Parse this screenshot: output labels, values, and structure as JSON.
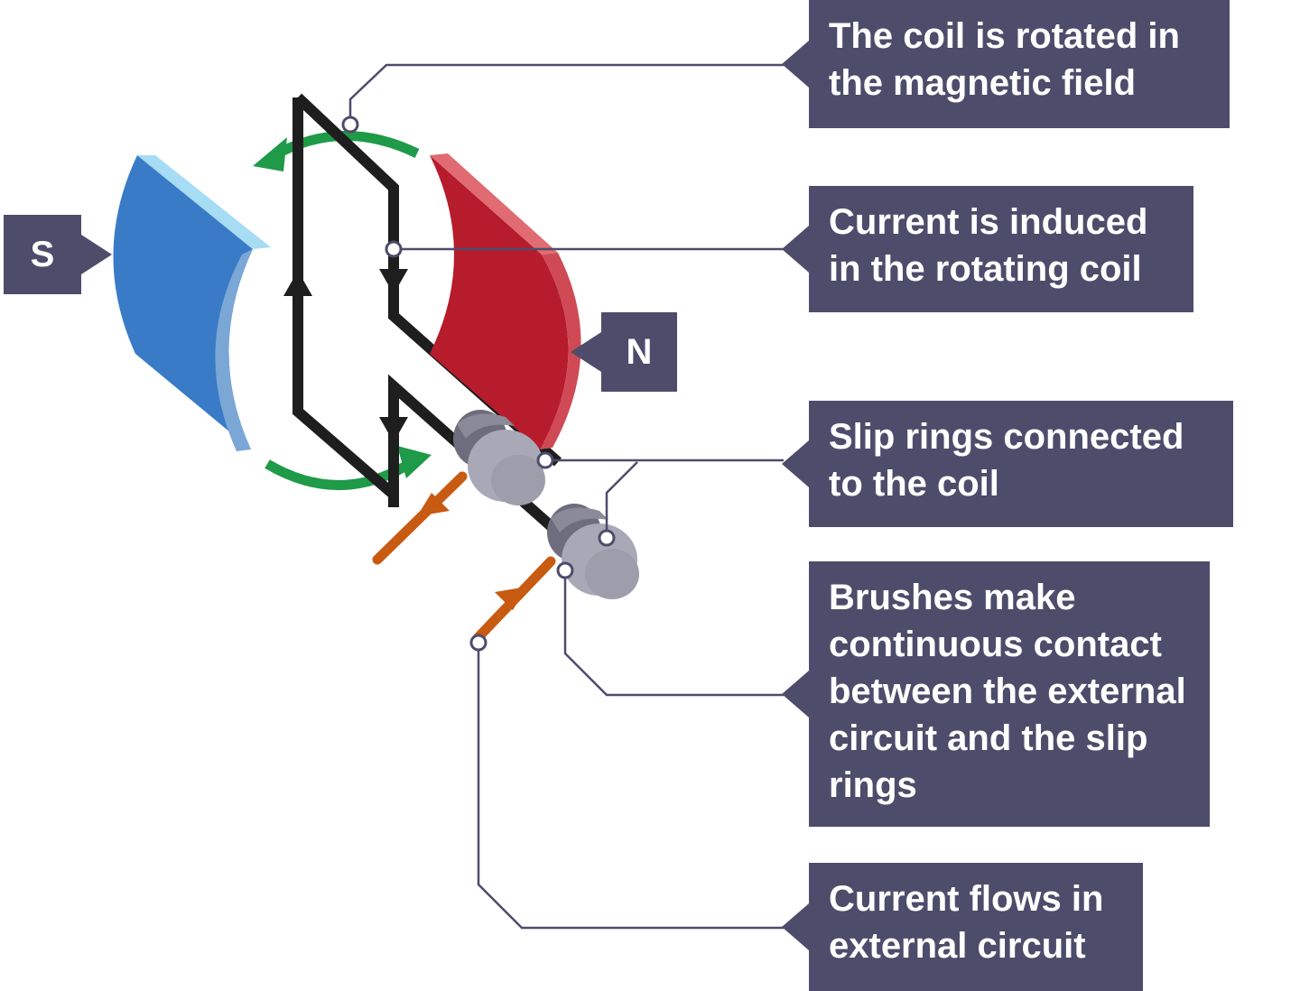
{
  "poles": {
    "south": "S",
    "north": "N"
  },
  "labels": {
    "coil_rotated": "The coil is rotated in the magnetic field",
    "current_induced": "Current is induced in the rotating coil",
    "slip_rings": "Slip rings connected to the coil",
    "brushes": "Brushes make continuous contact between the external circuit and the slip rings",
    "external_current": "Current flows in external circuit"
  },
  "colors": {
    "label_bg": "#4e4c6b",
    "south_pole": "#3a7bc8",
    "north_pole": "#b71c2c",
    "rotation_arrow": "#1f9a48",
    "current_arrow": "#c85a12",
    "coil": "#1e1e1e",
    "slip_ring": "#8d8d9e"
  }
}
